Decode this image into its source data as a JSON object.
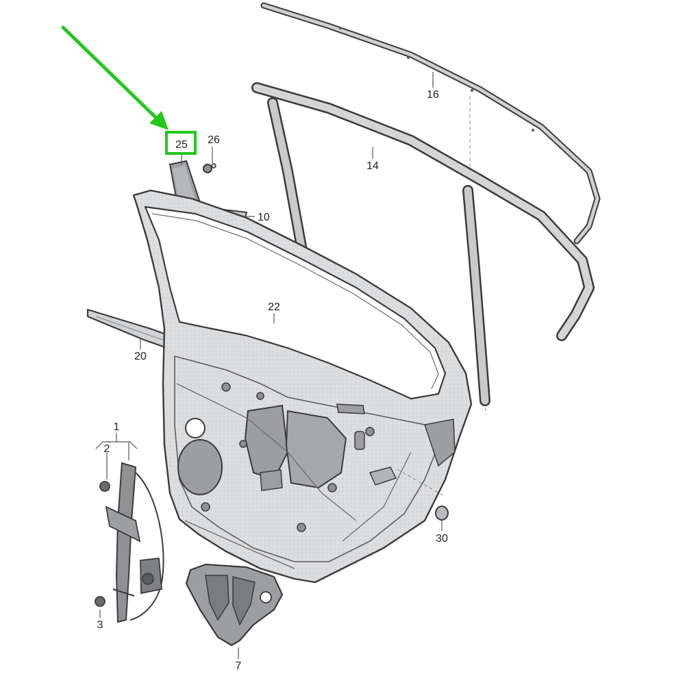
{
  "colors": {
    "highlight": "#22c81e",
    "part_fill": "#d9dadc",
    "part_shade": "#8f9194",
    "outline": "#3a3a3a"
  },
  "callouts": {
    "c1": "1",
    "c2": "2",
    "c3": "3",
    "c7": "7",
    "c10": "10",
    "c14": "14",
    "c16": "16",
    "c20": "20",
    "c22": "22",
    "c25": "25",
    "c26": "26",
    "c30": "30"
  },
  "highlighted_part": "25"
}
